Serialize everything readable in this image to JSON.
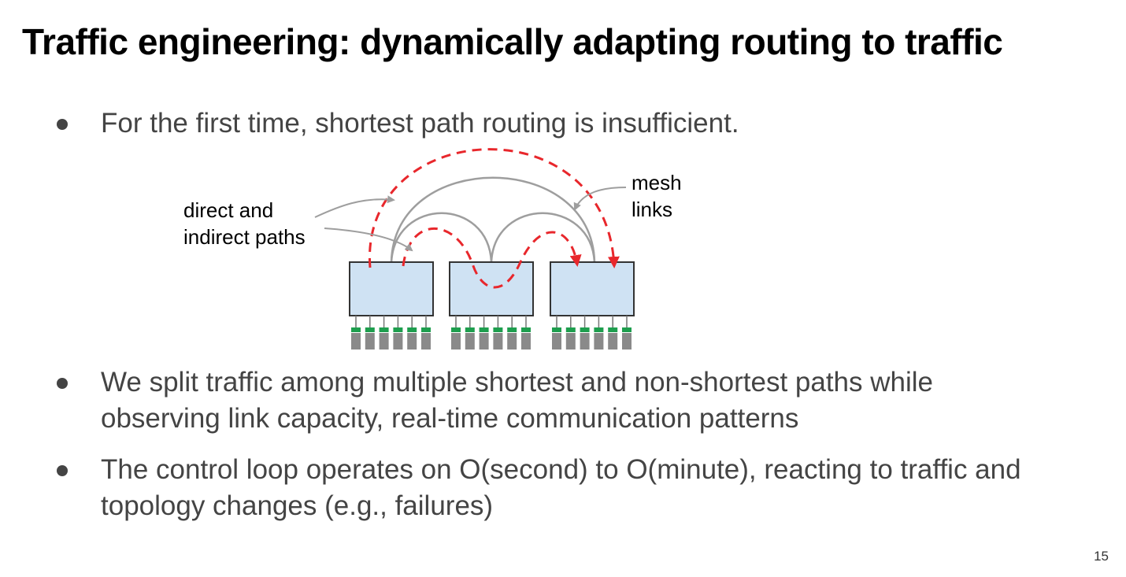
{
  "slide": {
    "title": "Traffic engineering: dynamically adapting routing to traffic",
    "bullets": [
      {
        "lines": [
          "For the first time, shortest path routing is insufficient."
        ]
      },
      {
        "lines": [
          "We split traffic among multiple shortest and non-shortest paths while",
          "observing link capacity, real-time communication patterns"
        ]
      },
      {
        "lines": [
          "The control loop operates on O(second) to O(minute), reacting to traffic and",
          "topology changes (e.g., failures)"
        ]
      }
    ],
    "page_number": "15"
  },
  "diagram": {
    "label_paths": [
      "direct and",
      "indirect paths"
    ],
    "label_mesh": [
      "mesh",
      "links"
    ],
    "colors": {
      "switch_fill": "#cfe2f3",
      "switch_stroke": "#333333",
      "mesh_link": "#9e9e9e",
      "path": "#e8272c",
      "port_green": "#1e9e4e",
      "port_gray": "#8a8a8a"
    }
  }
}
